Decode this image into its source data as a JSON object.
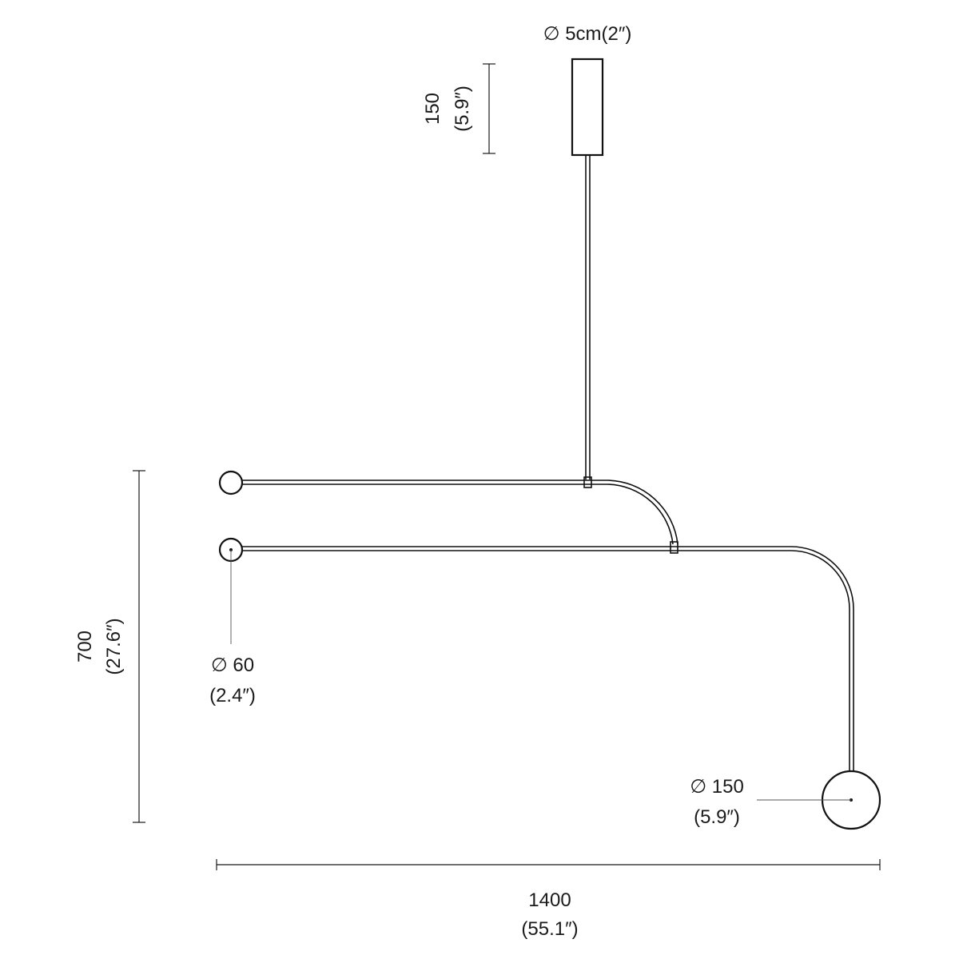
{
  "canopy": {
    "diameter_label": "∅ 5cm(2″)",
    "height_mm": "150",
    "height_in": "(5.9″)"
  },
  "overall_height": {
    "mm": "700",
    "in": "(27.6″)"
  },
  "small_globe": {
    "diameter_label": "∅ 60",
    "in": "(2.4″)"
  },
  "large_globe": {
    "diameter_label": "∅ 150",
    "in": "(5.9″)"
  },
  "overall_width": {
    "mm": "1400",
    "in": "(55.1″)"
  }
}
